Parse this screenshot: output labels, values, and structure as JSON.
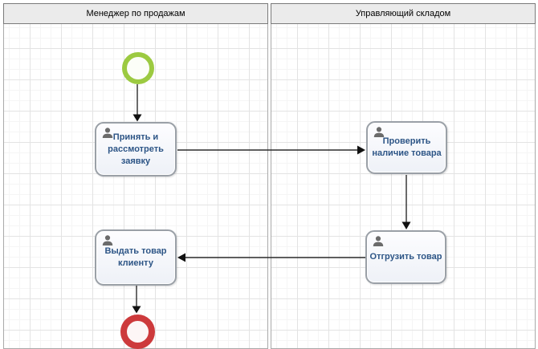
{
  "pool": {
    "lanes": [
      {
        "name": "sales-manager",
        "label": "Менеджер по продажам"
      },
      {
        "name": "warehouse-manager",
        "label": "Управляющий складом"
      }
    ]
  },
  "nodes": {
    "start_event": {
      "type": "start-event",
      "color": "#9cca41"
    },
    "end_event": {
      "type": "end-event",
      "color": "#cd3a3c"
    },
    "tasks": [
      {
        "name": "accept-and-review-request",
        "lane": "Менеджер по продажам",
        "icon": "user-icon",
        "label": "Принять и рассмотреть заявку"
      },
      {
        "name": "check-stock",
        "lane": "Управляющий складом",
        "icon": "user-icon",
        "label": "Проверить наличие товара"
      },
      {
        "name": "ship-goods",
        "lane": "Управляющий складом",
        "icon": "user-icon",
        "label": "Отгрузить товар"
      },
      {
        "name": "hand-goods-to-client",
        "lane": "Менеджер по продажам",
        "icon": "user-icon",
        "label": "Выдать товар клиенту"
      }
    ]
  },
  "flows": [
    {
      "from": "start-event",
      "to": "accept-and-review-request"
    },
    {
      "from": "accept-and-review-request",
      "to": "check-stock"
    },
    {
      "from": "check-stock",
      "to": "ship-goods"
    },
    {
      "from": "ship-goods",
      "to": "hand-goods-to-client"
    },
    {
      "from": "hand-goods-to-client",
      "to": "end-event"
    }
  ],
  "colors": {
    "task_text": "#2d5586",
    "task_border": "#9aa0a7",
    "start_event": "#9cca41",
    "end_event": "#cd3a3c",
    "lane_header_bg": "#ebebeb",
    "lane_header_border": "#7a7a7a",
    "lane_body_border": "#a9a9a9",
    "grid_major": "#e3e3e3",
    "grid_minor": "#f5f5f5",
    "flow_line": "#2b2b2b"
  }
}
